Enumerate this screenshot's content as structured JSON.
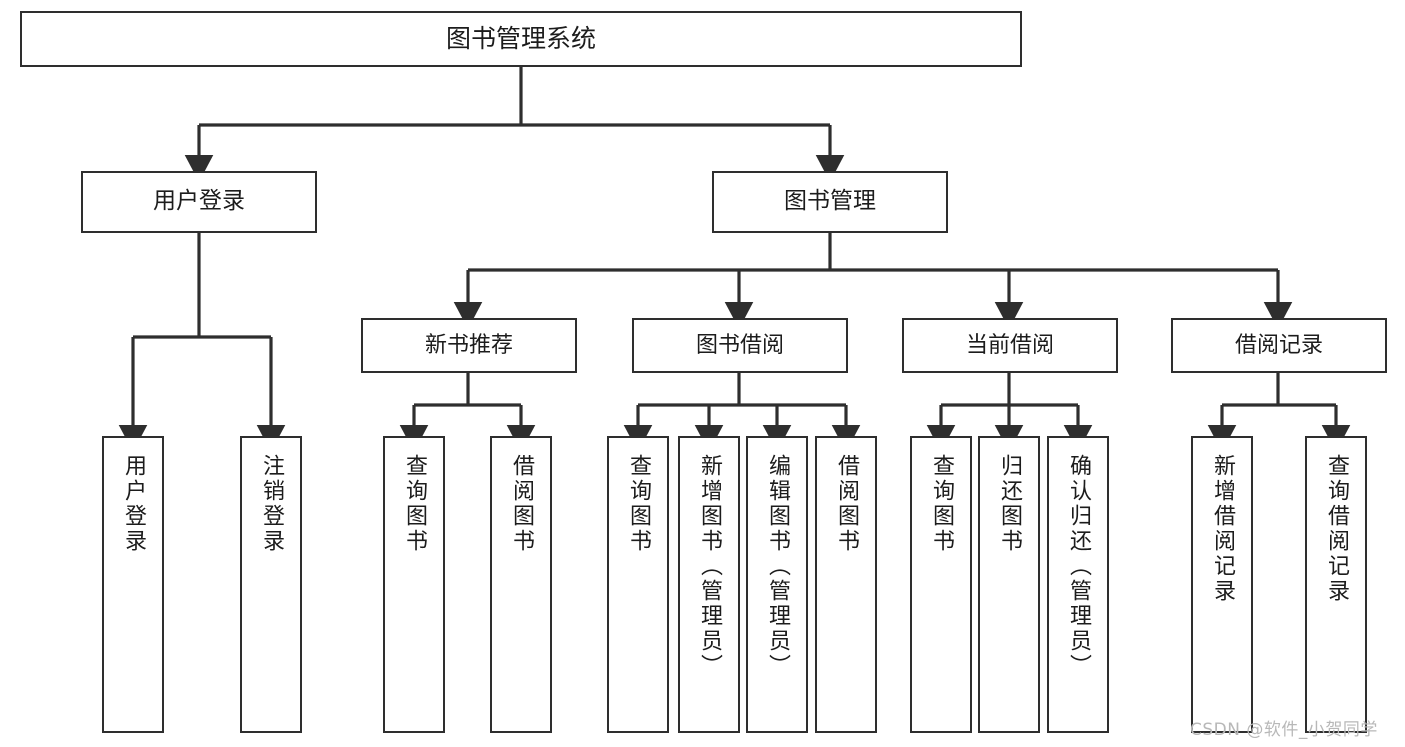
{
  "diagram": {
    "title": "图书管理系统",
    "type": "tree-hierarchy-chart",
    "orientation": "top-down",
    "colors": {
      "box_border": "#2e2e2e",
      "box_fill": "#ffffff",
      "connector": "#2e2e2e",
      "text": "#1c1c1c",
      "watermark": "#b8b8b8",
      "background": "#ffffff"
    }
  },
  "root": {
    "label": "图书管理系统"
  },
  "level1": [
    {
      "label": "用户登录"
    },
    {
      "label": "图书管理"
    }
  ],
  "level2": [
    {
      "label": "新书推荐"
    },
    {
      "label": "图书借阅"
    },
    {
      "label": "当前借阅"
    },
    {
      "label": "借阅记录"
    }
  ],
  "leaves": {
    "user_login": [
      {
        "label": "用户登录"
      },
      {
        "label": "注销登录"
      }
    ],
    "new_book_recommend": [
      {
        "label": "查询图书"
      },
      {
        "label": "借阅图书"
      }
    ],
    "book_borrow": [
      {
        "label": "查询图书"
      },
      {
        "label": "新增图书（管理员）"
      },
      {
        "label": "编辑图书（管理员）"
      },
      {
        "label": "借阅图书"
      }
    ],
    "current_borrow": [
      {
        "label": "查询图书"
      },
      {
        "label": "归还图书"
      },
      {
        "label": "确认归还（管理员）"
      }
    ],
    "borrow_record": [
      {
        "label": "新增借阅记录"
      },
      {
        "label": "查询借阅记录"
      }
    ]
  },
  "watermark": {
    "text": "CSDN @软件_小贺同学"
  }
}
